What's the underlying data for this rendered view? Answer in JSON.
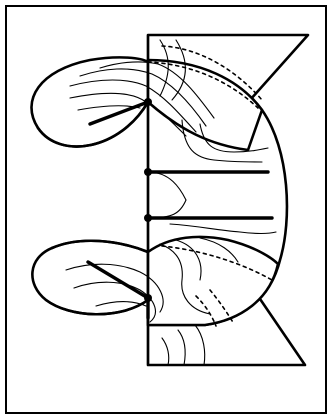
{
  "figure": {
    "colors": {
      "stroke": "#000000",
      "background": "#ffffff"
    },
    "components": [
      "upper-sheet",
      "middle-sheet",
      "lower-sheet",
      "vertical-axis",
      "contour-curves",
      "dotted-hidden-curves",
      "critical-point-dots"
    ],
    "critical_points_count": 4
  }
}
